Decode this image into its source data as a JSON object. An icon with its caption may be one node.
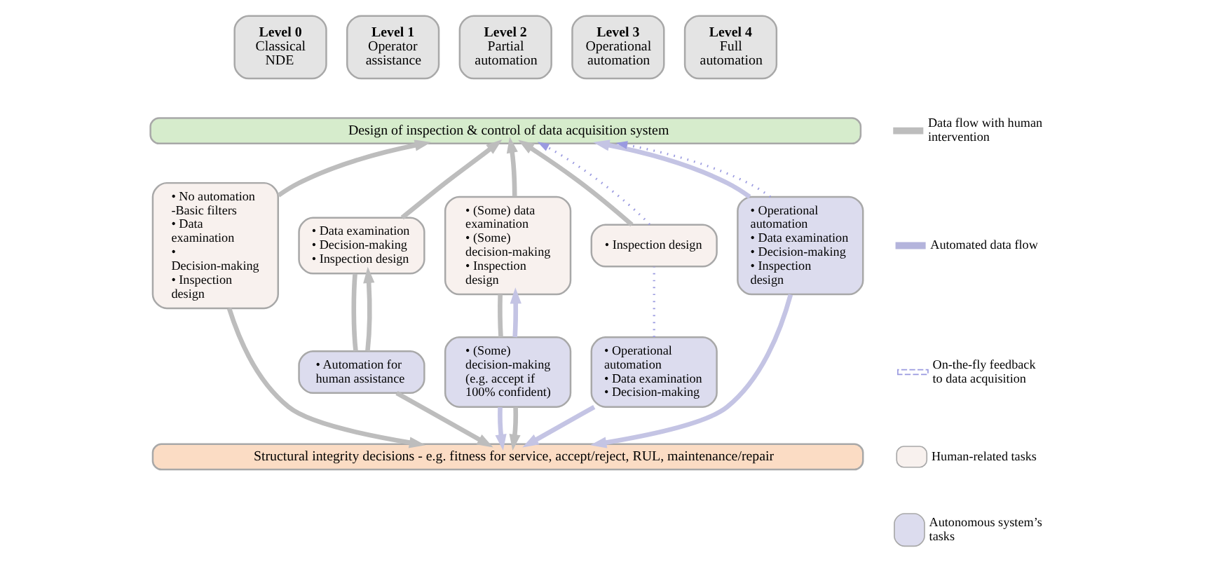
{
  "diagram": {
    "nodes": [
      {
        "text": [
          "Level 0",
          "Classical NDE"
        ]
      },
      {
        "text": [
          "Level 1",
          "Operator assistance"
        ]
      },
      {
        "text": [
          "Level 2",
          "Partial automation"
        ]
      },
      {
        "text": [
          "Level 3",
          "Operational automation"
        ]
      },
      {
        "text": [
          "Level 4",
          "Full automation"
        ]
      },
      {
        "text": [
          "Design of inspection & control of data acquisition system"
        ]
      },
      {
        "text": [
          "• No automation -Basic filters",
          "• Data examination",
          "• Decision-making",
          "• Inspection design"
        ]
      },
      {
        "text": [
          "• Data examination",
          "• Decision-making",
          "• Inspection design"
        ]
      },
      {
        "text": [
          "• Automation for human assistance"
        ]
      },
      {
        "text": [
          "• (Some) data examination",
          "• (Some) decision-making",
          "• Inspection design"
        ]
      },
      {
        "text": [
          "• (Some) decision-making (e.g. accept if 100% confident)"
        ]
      },
      {
        "text": [
          "• Inspection design"
        ]
      },
      {
        "text": [
          "• Operational automation",
          "• Data examination",
          "• Decision-making"
        ]
      },
      {
        "text": [
          "• Operational automation",
          "• Data examination",
          "• Decision-making",
          "• Inspection design"
        ]
      },
      {
        "text": [
          "Structural integrity decisions - e.g. fitness for service, accept/reject, RUL, maintenance/repair"
        ]
      }
    ],
    "edges": [
      {
        "from": 6,
        "to": 5,
        "arrow": "to"
      },
      {
        "from": 6,
        "to": 14,
        "arrow": "to"
      },
      {
        "from": 7,
        "to": 5,
        "arrow": "to"
      },
      {
        "from": 8,
        "to": 7,
        "arrow": "to"
      },
      {
        "from": 7,
        "to": 8,
        "arrow": "none"
      },
      {
        "from": 8,
        "to": 14,
        "arrow": "to"
      },
      {
        "from": 9,
        "to": 5,
        "arrow": "to"
      },
      {
        "from": 10,
        "to": 9,
        "arrow": "to",
        "color": "#c4c4e4"
      },
      {
        "from": 9,
        "to": 10,
        "arrow": "none"
      },
      {
        "from": 10,
        "to": 14,
        "arrow": "to",
        "color": "#c4c4e4"
      },
      {
        "from": 10,
        "to": 14,
        "arrow": "to"
      },
      {
        "from": 11,
        "to": 5,
        "arrow": "to"
      },
      {
        "from": 12,
        "to": 11,
        "arrow": "none",
        "style": "dashed",
        "color": "#9a9ae0"
      },
      {
        "from": 11,
        "to": 5,
        "arrow": "to",
        "style": "dashed",
        "color": "#9a9ae0"
      },
      {
        "from": 12,
        "to": 14,
        "arrow": "to",
        "color": "#c4c4e4"
      },
      {
        "from": 13,
        "to": 5,
        "arrow": "to",
        "color": "#c4c4e4"
      },
      {
        "from": 13,
        "to": 5,
        "arrow": "to",
        "style": "dashed",
        "color": "#9a9ae0"
      },
      {
        "from": 13,
        "to": 14,
        "arrow": "to",
        "color": "#c4c4e4"
      }
    ],
    "legend": [
      {
        "text": "Data flow with human intervention"
      },
      {
        "text": "Automated data flow"
      },
      {
        "text": "On-the-fly feedback to data acquisition"
      },
      {
        "text": "Human-related tasks",
        "color": "#f8f1ee"
      },
      {
        "text": "Autonomous system’s tasks",
        "color": "#dcdcee"
      }
    ]
  }
}
